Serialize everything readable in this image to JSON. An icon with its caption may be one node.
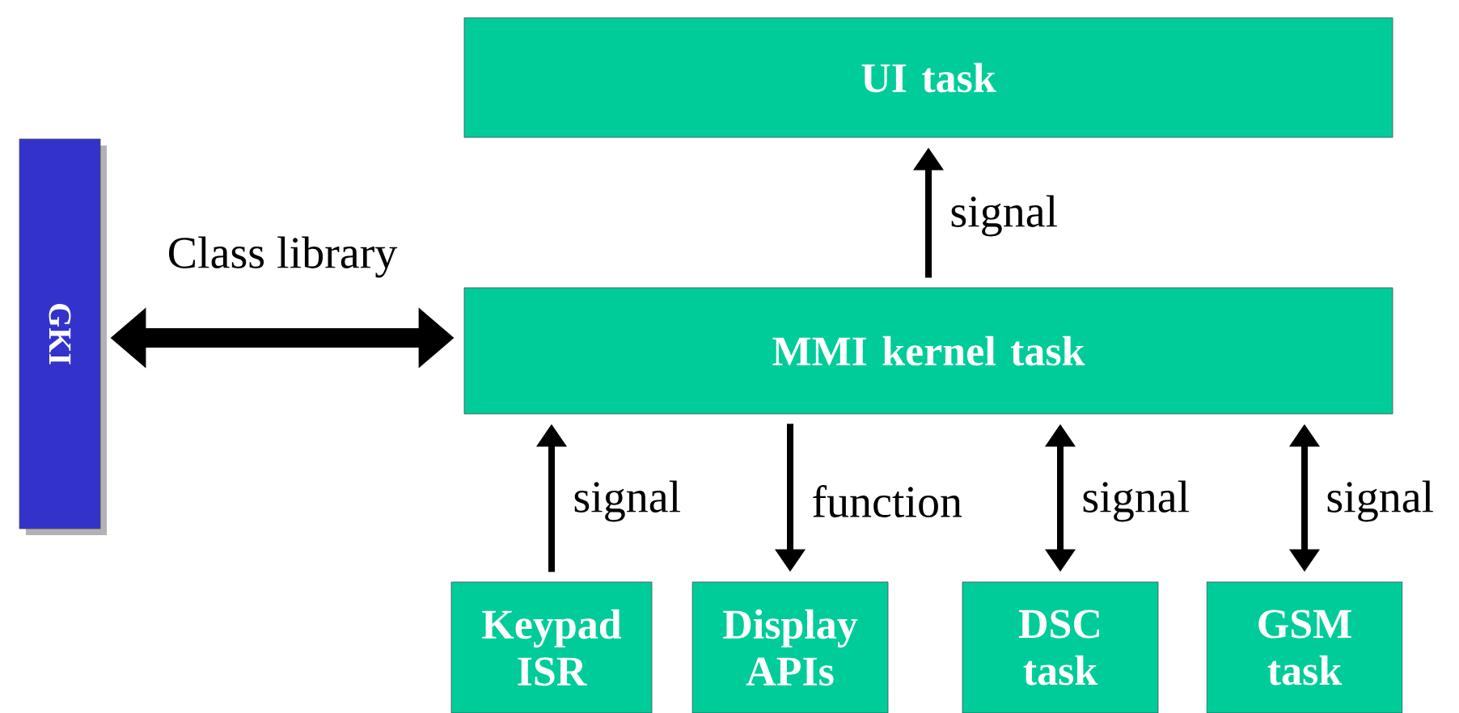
{
  "diagram": {
    "nodes": [
      {
        "text": [
          "UI task"
        ]
      },
      {
        "text": [
          "GKI"
        ]
      },
      {
        "text": [
          "MMI kernel task"
        ]
      },
      {
        "text": [
          "Keypad ISR"
        ]
      },
      {
        "text": [
          "Display APIs"
        ]
      },
      {
        "text": [
          "DSC task"
        ]
      },
      {
        "text": [
          "GSM task"
        ]
      }
    ],
    "edges": [
      {
        "from": 2,
        "to": 0,
        "arrow": "to",
        "label": "signal"
      },
      {
        "from": 1,
        "to": 2,
        "arrow": "both",
        "label": "Class library",
        "style": "thick"
      },
      {
        "from": 3,
        "to": 2,
        "arrow": "to",
        "label": "signal"
      },
      {
        "from": 2,
        "to": 4,
        "arrow": "to",
        "label": "function"
      },
      {
        "from": 5,
        "to": 2,
        "arrow": "both",
        "label": "signal"
      },
      {
        "from": 6,
        "to": 2,
        "arrow": "both",
        "label": "signal"
      }
    ]
  }
}
